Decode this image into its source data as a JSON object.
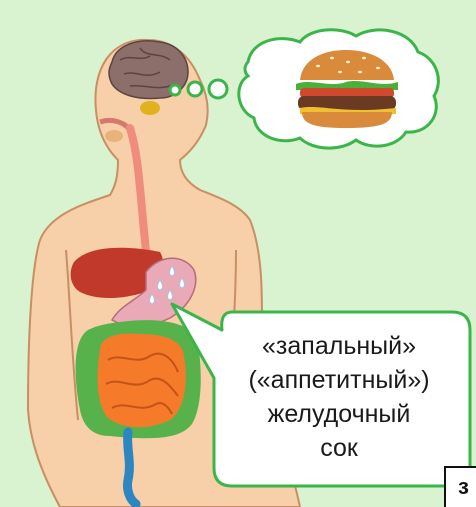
{
  "callout": {
    "lines": [
      "«запальный»",
      "(«аппетитный»)",
      "желудочный",
      "сок"
    ]
  },
  "corner_tag": "з",
  "colors": {
    "background": "#d9f2cf",
    "skin": "#f7cfa8",
    "skin_outline": "#c98f64",
    "brain": "#8c6e6a",
    "esophagus": "#f08c7c",
    "liver": "#c0392b",
    "stomach": "#e9a9b6",
    "small_intestine": "#f57a2a",
    "large_intestine": "#58b24b",
    "rectum": "#2e86c1",
    "thought_bubble_outline": "#3bb54a",
    "callout_outline": "#3bb54a"
  },
  "icons": [
    "brain-icon",
    "burger-icon",
    "thought-bubble-icon",
    "juice-drops-icon"
  ]
}
